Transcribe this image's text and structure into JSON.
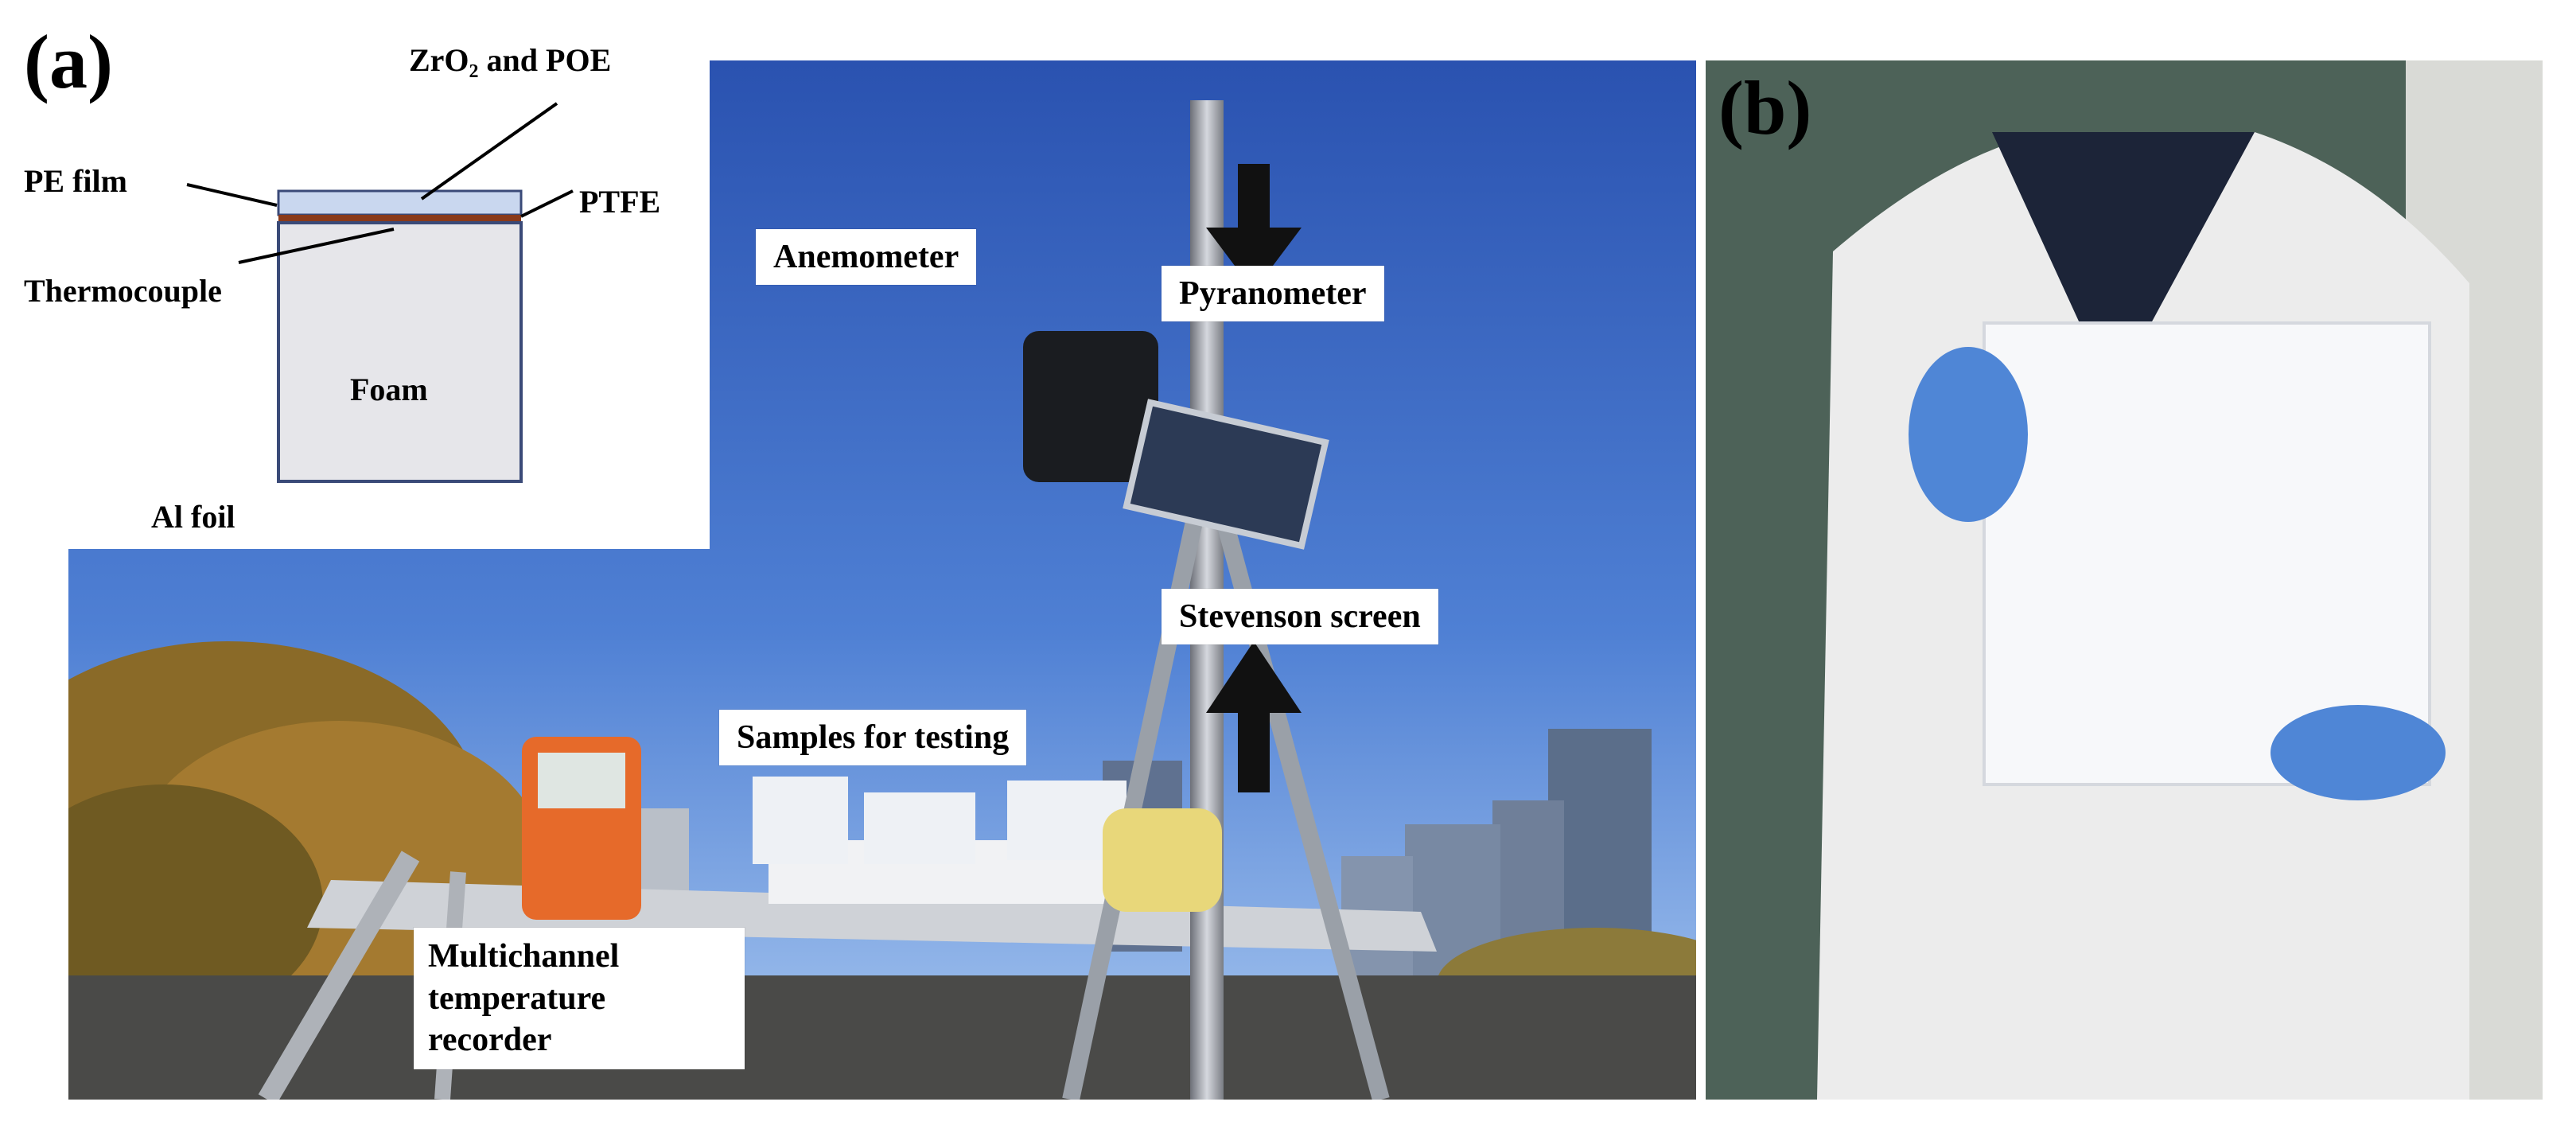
{
  "panels": {
    "a": {
      "letter": "(a)"
    },
    "b": {
      "letter": "(b)"
    }
  },
  "schematic": {
    "labels": {
      "zro2_poe": "ZrO₂ and POE",
      "pe_film": "PE film",
      "ptfe": "PTFE",
      "thermocouple": "Thermocouple",
      "foam": "Foam",
      "al_foil": "Al foil"
    },
    "colors": {
      "pe_film": "#c9d7ef",
      "ptfe": "#8a3a1a",
      "foam": "#e6e6ea",
      "outline": "#3a4a78"
    }
  },
  "callouts": {
    "anemometer": "Anemometer",
    "pyranometer": "Pyranometer",
    "stevenson_screen": "Stevenson screen",
    "samples": "Samples for testing",
    "recorder": "Multichannel temperature recorder"
  },
  "colors": {
    "sky_top": "#2d58b8",
    "sky_bottom": "#9ec0ee",
    "tree": "#9a6a2a",
    "coat": "#eeeeee",
    "glove": "#4f86d6"
  }
}
